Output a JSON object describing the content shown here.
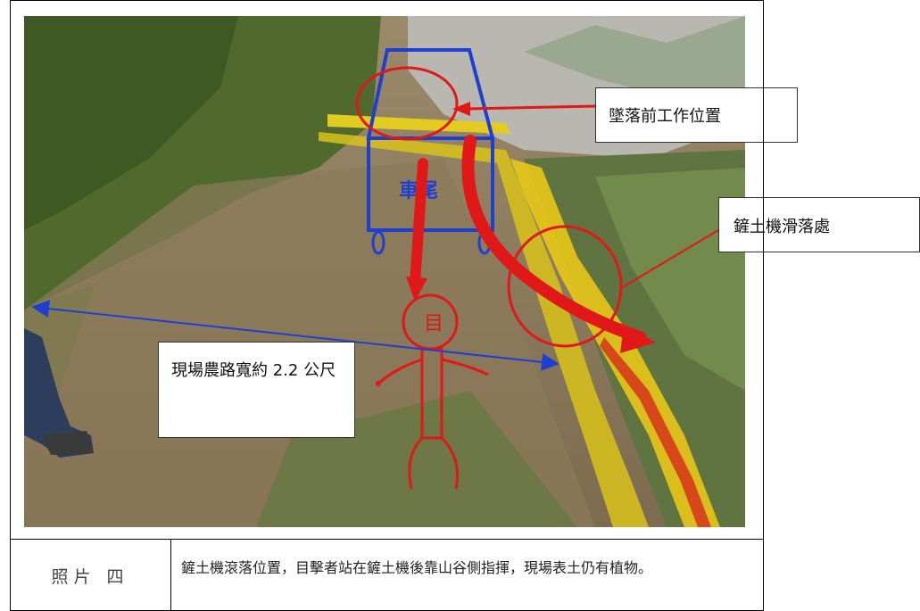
{
  "photo": {
    "annotations": {
      "work_position_label": "墜落前工作位置",
      "slide_location_label": "鏟土機滑落處",
      "road_width_label": "現場農路寬約 2.2 公尺",
      "vehicle_tail_label": "車尾",
      "witness_figure_label": "目"
    }
  },
  "caption": {
    "label": "照片 四",
    "text": "鏟土機滾落位置，目擊者站在鏟土機後靠山谷側指揮，現場表土仍有植物。"
  }
}
